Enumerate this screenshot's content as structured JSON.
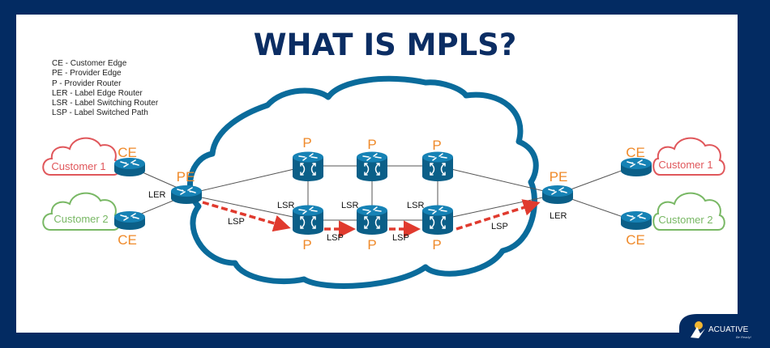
{
  "title": "WHAT IS MPLS?",
  "legend": [
    "CE - Customer Edge",
    "PE - Provider Edge",
    "P - Provider Router",
    "LER - Label Edge Router",
    "LSR - Label Switching Router",
    "LSP - Label Switched Path"
  ],
  "diagram": {
    "left_customers": [
      {
        "label": "Customer 1",
        "color": "#e0575b",
        "router_label": "CE"
      },
      {
        "label": "Customer 2",
        "color": "#79b865",
        "router_label": "CE"
      }
    ],
    "right_customers": [
      {
        "label": "Customer 1",
        "color": "#e0575b",
        "router_label": "CE"
      },
      {
        "label": "Customer 2",
        "color": "#79b865",
        "router_label": "CE"
      }
    ],
    "left_edge": {
      "label": "PE",
      "role": "LER"
    },
    "right_edge": {
      "label": "PE",
      "role": "LER"
    },
    "core_top": [
      {
        "label": "P"
      },
      {
        "label": "P"
      },
      {
        "label": "P"
      }
    ],
    "core_bottom": [
      {
        "label": "P",
        "role": "LSR"
      },
      {
        "label": "P",
        "role": "LSR"
      },
      {
        "label": "P",
        "role": "LSR"
      }
    ],
    "lsp_label": "LSP",
    "lsp_segments": [
      "LSP",
      "LSP",
      "LSP",
      "LSP"
    ],
    "colors": {
      "provider_cloud": "#0a6b9b",
      "router": "#0f6f9c",
      "lsp": "#e03a2e",
      "node_label": "#ef8a2a"
    }
  },
  "branding": {
    "name": "ACUATIVE",
    "tagline": "Be Ready!"
  },
  "colors": {
    "frame": "#032b62",
    "title": "#0b2d63"
  }
}
